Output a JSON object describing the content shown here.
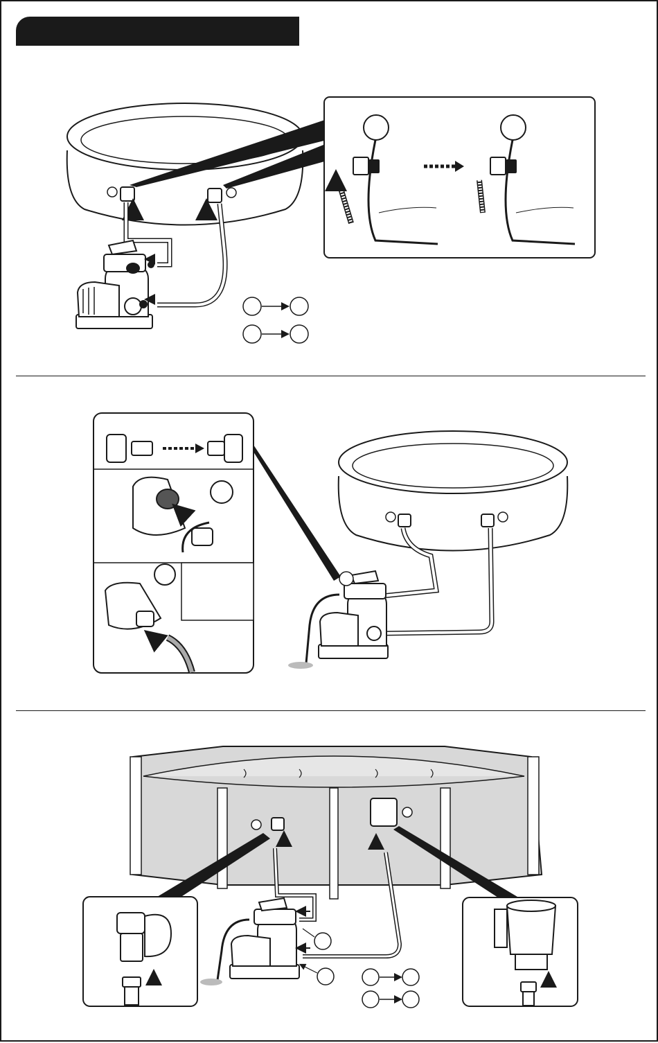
{
  "header": {
    "title": ""
  },
  "sections": [
    {
      "id": "section-1",
      "description": ""
    },
    {
      "id": "section-2",
      "description": ""
    },
    {
      "id": "section-3",
      "description": ""
    }
  ],
  "colors": {
    "ink": "#1a1a1a",
    "panel_fill": "#d8d8d8",
    "paper": "#ffffff"
  },
  "icons": [
    "arrow-up-icon",
    "arrow-right-icon",
    "dashed-arrow-right-icon",
    "rotate-arrow-icon",
    "step-circle-icon"
  ]
}
